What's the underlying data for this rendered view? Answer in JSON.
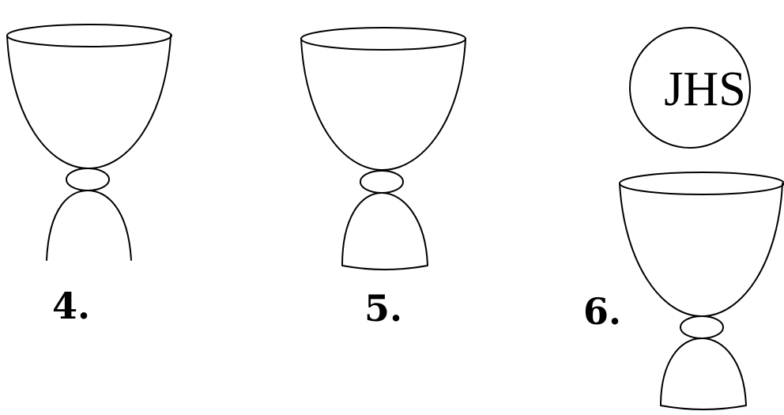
{
  "figure": {
    "items": [
      {
        "label": "4."
      },
      {
        "label": "5."
      },
      {
        "label": "6.",
        "host_text": "JHS"
      }
    ]
  }
}
